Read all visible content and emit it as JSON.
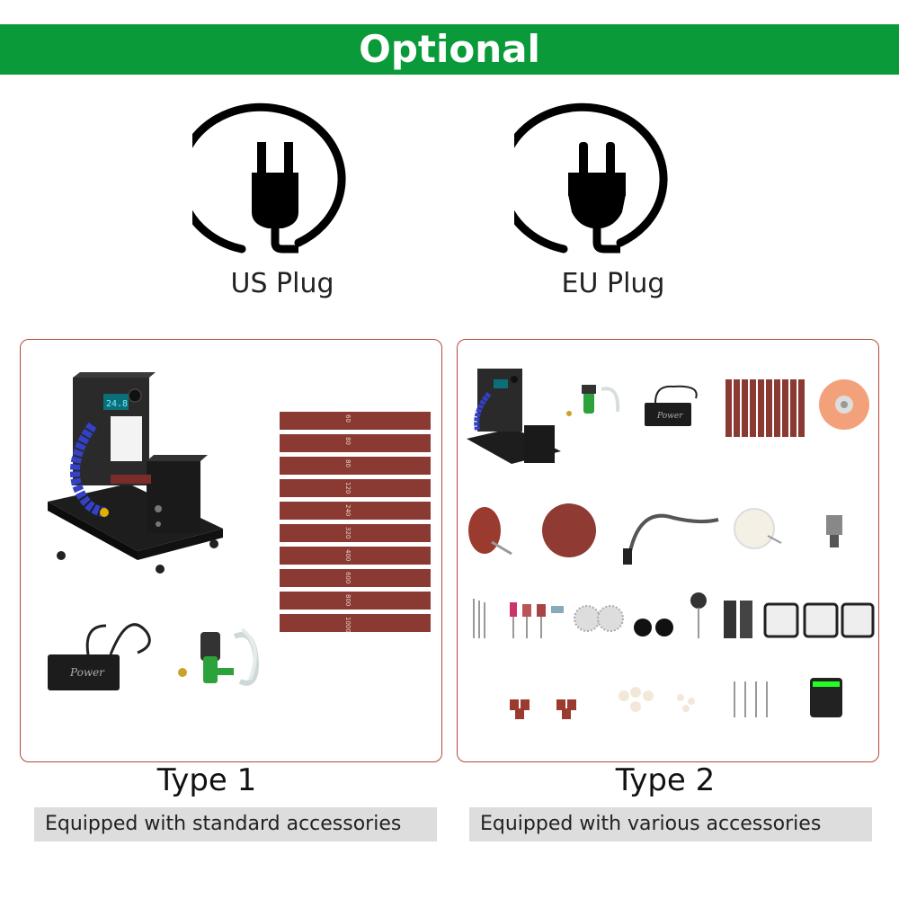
{
  "header": {
    "title": "Optional"
  },
  "plugs": [
    {
      "label": "US Plug",
      "icon": "us-plug-icon"
    },
    {
      "label": "EU Plug",
      "icon": "eu-plug-icon"
    }
  ],
  "options": [
    {
      "title": "Type 1",
      "description": "Equipped with standard accessories",
      "power_label": "Power",
      "grits": [
        "60",
        "80",
        "80",
        "120",
        "240",
        "320",
        "400",
        "600",
        "800",
        "1000"
      ]
    },
    {
      "title": "Type 2",
      "description": "Equipped with various accessories",
      "power_label": "Power"
    }
  ],
  "colors": {
    "banner": "#0a9a3a",
    "panel_border": "#b3483a",
    "sandpaper": "#8a3a33",
    "description_bg": "#dddddd"
  }
}
